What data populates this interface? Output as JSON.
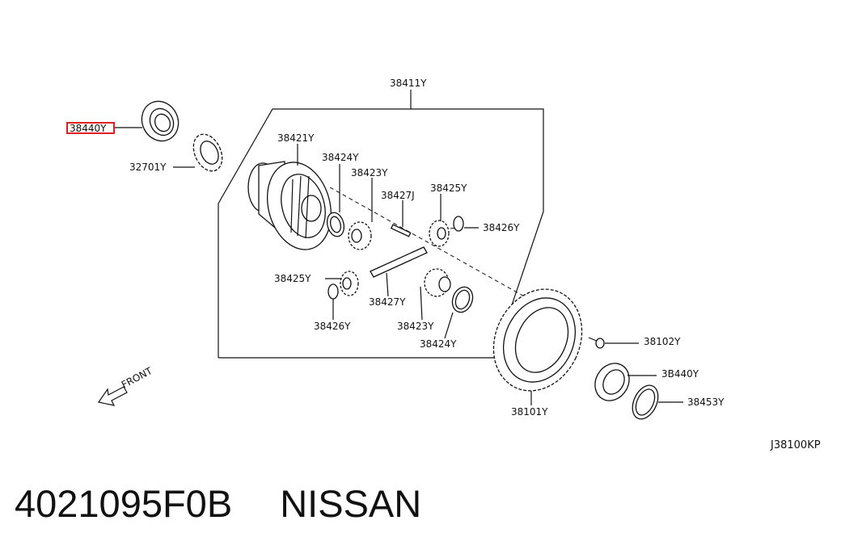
{
  "diagram": {
    "labels": {
      "p38440_left": "38440Y",
      "p32701": "32701Y",
      "p38411": "38411Y",
      "p38421": "38421Y",
      "p38424_top": "38424Y",
      "p38423_top": "38423Y",
      "p38427J": "38427J",
      "p38425_right": "38425Y",
      "p38426_right": "38426Y",
      "p38425_left": "38425Y",
      "p38427": "38427Y",
      "p38426_left": "38426Y",
      "p38423_bottom": "38423Y",
      "p38424_bottom": "38424Y",
      "p38102": "38102Y",
      "p38440_right": "3B440Y",
      "p38453": "38453Y",
      "p38101": "38101Y"
    },
    "front_label": "FRONT",
    "diagram_code": "J38100KP",
    "highlight_color": "#e02020"
  },
  "footer": {
    "part_number": "4021095F0B",
    "brand": "NISSAN"
  }
}
